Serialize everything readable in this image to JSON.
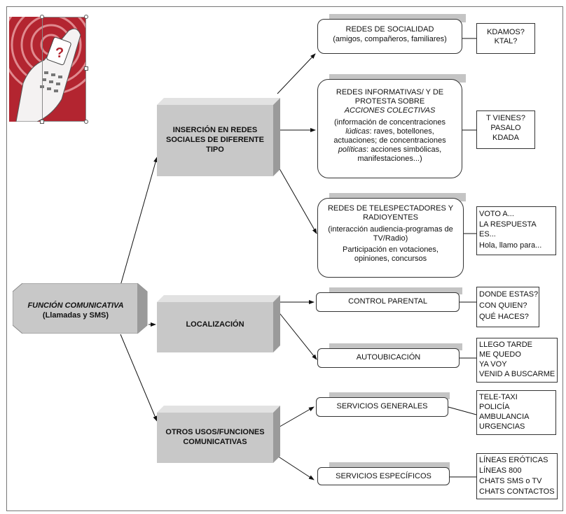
{
  "root": {
    "line1": "FUNCIÓN COMUNICATIVA",
    "line2": "(Llamadas y SMS)"
  },
  "main": [
    {
      "lines": [
        "INSERCIÓN EN REDES",
        "SOCIALES DE DIFERENTE",
        "TIPO"
      ]
    },
    {
      "lines": [
        "LOCALIZACIÓN"
      ]
    },
    {
      "lines": [
        "OTROS USOS/FUNCIONES",
        "COMUNICATIVAS"
      ]
    }
  ],
  "sub": {
    "socialidad": {
      "title": "REDES DE SOCIALIDAD",
      "detail": "(amigos, compañeros, familiares)"
    },
    "informativas": {
      "l1": "REDES INFORMATIVAS/  Y DE",
      "l2": "PROTESTA SOBRE",
      "l3": "ACCIONES COLECTIVAS",
      "l4": "(información de concentraciones",
      "l5a": "lúdicas",
      "l5b": ": raves, botellones,",
      "l6": "actuaciones; de concentraciones",
      "l7a": "políticas",
      "l7b": ": acciones simbólicas,",
      "l8": "manifestaciones...)"
    },
    "telespectadores": {
      "lines": [
        "REDES DE TELESPECTADORES  Y",
        "RADIOYENTES",
        "(interacción audiencia-programas de",
        "TV/Radio)",
        "Participación en votaciones,",
        "opiniones, concursos"
      ]
    },
    "control": "CONTROL  PARENTAL",
    "autoubicacion": "AUTOUBICACIÓN",
    "generales": "SERVICIOS GENERALES",
    "especificos": "SERVICIOS ESPECÍFICOS"
  },
  "examples": {
    "socialidad": [
      "KDAMOS?",
      "KTAL?"
    ],
    "informativas": [
      "T VIENES?",
      "PASALO",
      "KDADA"
    ],
    "telespectadores": [
      "VOTO A...",
      "LA RESPUESTA",
      "ES...",
      "Hola, llamo para..."
    ],
    "control": [
      "DONDE ESTAS?",
      "CON QUIEN?",
      "QUÉ HACES?"
    ],
    "autoubicacion": [
      "LLEGO TARDE",
      "ME QUEDO",
      "YA VOY",
      "VENID A BUSCARME"
    ],
    "generales": [
      "TELE-TAXI",
      "POLICÍA",
      "AMBULANCIA",
      "URGENCIAS"
    ],
    "especificos": [
      "LÍNEAS ERÓTICAS",
      "LÍNEAS 800",
      "CHATS  SMS o TV",
      "CHATS CONTACTOS"
    ]
  },
  "image": {
    "icon": "phone-icon",
    "symbol": "?",
    "accent": "#b32530"
  },
  "colors": {
    "box_front": "#c8c8c8",
    "box_side": "#9a9a9a",
    "box_top": "#e2e2e2",
    "shadow": "#c4c4c4"
  }
}
